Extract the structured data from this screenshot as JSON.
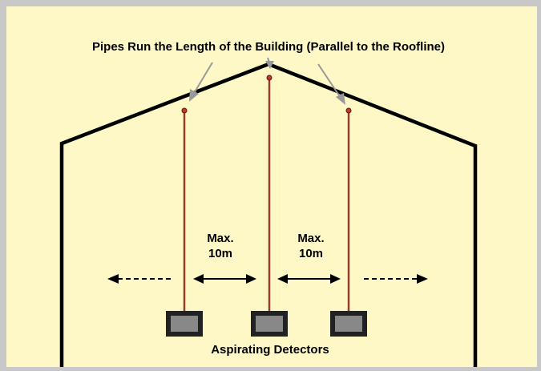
{
  "title": "Pipes Run the Length of the Building (Parallel to the Roofline)",
  "spacing_labels": [
    {
      "line1": "Max.",
      "line2": "10m"
    },
    {
      "line1": "Max.",
      "line2": "10m"
    }
  ],
  "detectors_label": "Aspirating Detectors",
  "colors": {
    "background": "#fdf8c5",
    "frame": "#c8c8c8",
    "pipe": "#9b3a2e",
    "building": "#000000",
    "callout_arrow": "#999999",
    "detector_fill": "#888888",
    "detector_border": "#222222"
  }
}
